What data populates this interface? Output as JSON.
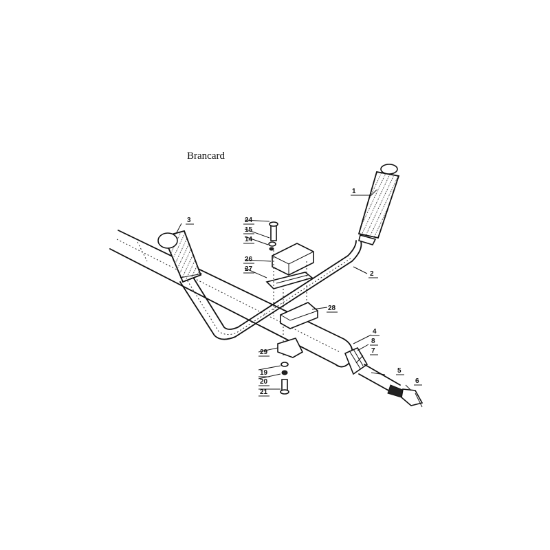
{
  "title": "Brancard",
  "callouts": [
    {
      "id": "1"
    },
    {
      "id": "2"
    },
    {
      "id": "3"
    },
    {
      "id": "4"
    },
    {
      "id": "5"
    },
    {
      "id": "6"
    },
    {
      "id": "7"
    },
    {
      "id": "8"
    },
    {
      "id": "14"
    },
    {
      "id": "15"
    },
    {
      "id": "19"
    },
    {
      "id": "20"
    },
    {
      "id": "21"
    },
    {
      "id": "24"
    },
    {
      "id": "26"
    },
    {
      "id": "27"
    },
    {
      "id": "28"
    },
    {
      "id": "29"
    }
  ]
}
